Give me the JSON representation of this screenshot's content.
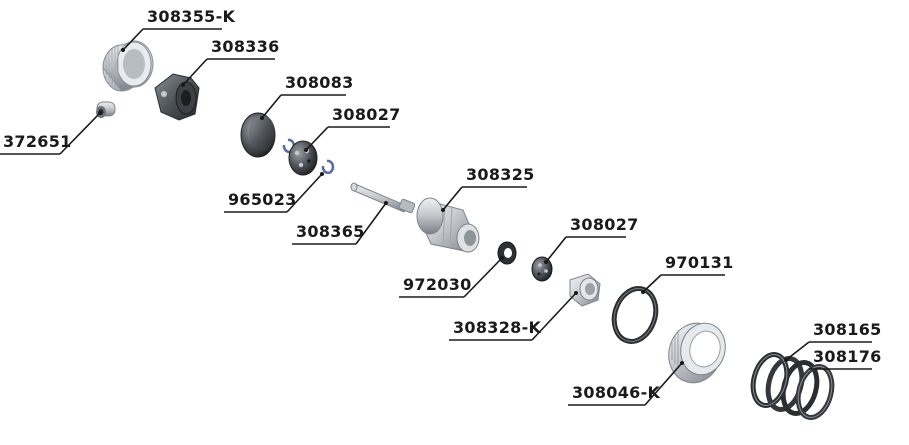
{
  "diagram": {
    "labels": [
      {
        "id": "p308355k",
        "text": "308355-K"
      },
      {
        "id": "p308336",
        "text": "308336"
      },
      {
        "id": "p372651",
        "text": "372651"
      },
      {
        "id": "p308083",
        "text": "308083"
      },
      {
        "id": "p308027a",
        "text": "308027"
      },
      {
        "id": "p965023",
        "text": "965023"
      },
      {
        "id": "p308325",
        "text": "308325"
      },
      {
        "id": "p308365",
        "text": "308365"
      },
      {
        "id": "p308027b",
        "text": "308027"
      },
      {
        "id": "p972030",
        "text": "972030"
      },
      {
        "id": "p970131",
        "text": "970131"
      },
      {
        "id": "p308328k",
        "text": "308328-K"
      },
      {
        "id": "p308165",
        "text": "308165"
      },
      {
        "id": "p308176",
        "text": "308176"
      },
      {
        "id": "p308046k",
        "text": "308046-K"
      }
    ]
  }
}
